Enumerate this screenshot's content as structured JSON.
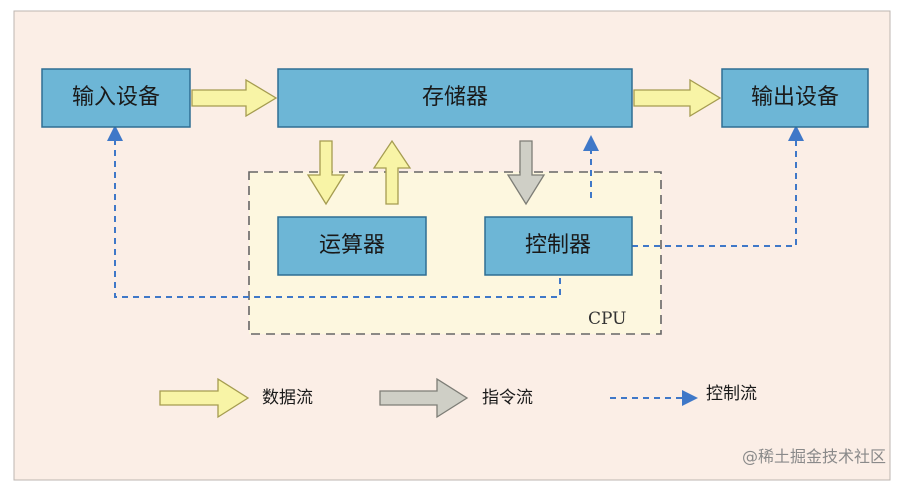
{
  "diagram": {
    "nodes": {
      "input": "输入设备",
      "memory": "存储器",
      "output": "输出设备",
      "alu": "运算器",
      "control": "控制器",
      "cpu": "CPU"
    },
    "legend": {
      "data_flow": "数据流",
      "instruction_flow": "指令流",
      "control_flow": "控制流"
    },
    "colors": {
      "background": "#fbeee6",
      "box_fill": "#6db6d6",
      "box_border": "#2f6e93",
      "cpu_fill": "#fdf7df",
      "data_arrow": "#f8f4a6",
      "instruction_arrow": "#cfcfc6",
      "control_line": "#3f78c8"
    }
  },
  "watermark": "@稀土掘金技术社区"
}
